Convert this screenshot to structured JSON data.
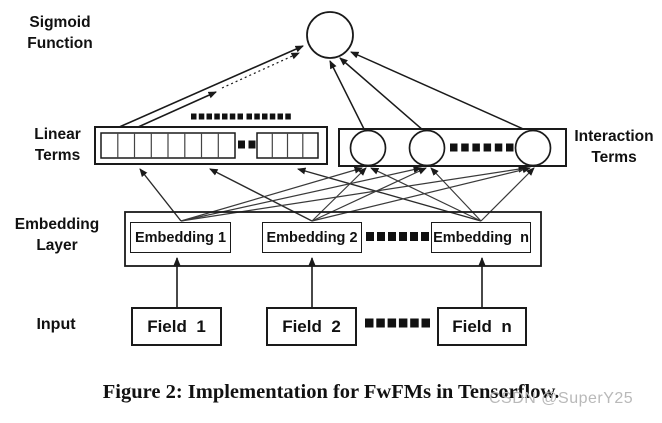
{
  "figure": {
    "caption": "Figure 2: Implementation for FwFMs in Tensorflow.",
    "watermark": "CSDN @SuperY25"
  },
  "labels": {
    "sigmoid": {
      "line1": "Sigmoid",
      "line2": "Function"
    },
    "linear": {
      "line1": "Linear",
      "line2": "Terms"
    },
    "interaction": {
      "line1": "Interaction",
      "line2": "Terms"
    },
    "embedding": {
      "line1": "Embedding",
      "line2": "Layer"
    },
    "input": "Input"
  },
  "nodes": {
    "embeddings": [
      "Embedding 1",
      "Embedding 2",
      "Embedding  n"
    ],
    "fields": [
      "Field  1",
      "Field  2",
      "Field  n"
    ]
  },
  "colors": {
    "line": "#1a1a1a",
    "watermark": "#b9b9b9"
  }
}
